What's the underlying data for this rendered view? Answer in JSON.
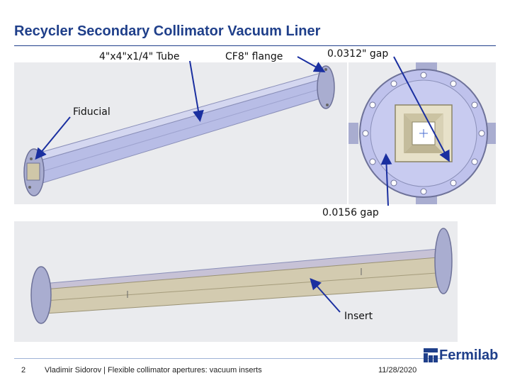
{
  "slide": {
    "title": "Recycler Secondary Collimator Vacuum Liner"
  },
  "labels": {
    "tube": "4\"x4\"x1/4\" Tube",
    "flange": "CF8\" flange",
    "gap_large": "0.0312\" gap",
    "fiducial": "Fiducial",
    "gap_small": "0.0156 gap",
    "insert": "Insert"
  },
  "footer": {
    "page_number": "2",
    "author_line": "Vladimir Sidorov | Flexible collimator apertures: vacuum inserts",
    "date": "11/28/2020",
    "logo_text": "Fermilab"
  },
  "colors": {
    "title": "#1f3f8a",
    "arrow": "#1a2fa0",
    "tube": "#b8bde6",
    "flange": "#a9add0",
    "insert": "#d3cbb0",
    "panel": "#eaebee"
  },
  "icons": {
    "logo": "fermilab-logo-icon"
  }
}
